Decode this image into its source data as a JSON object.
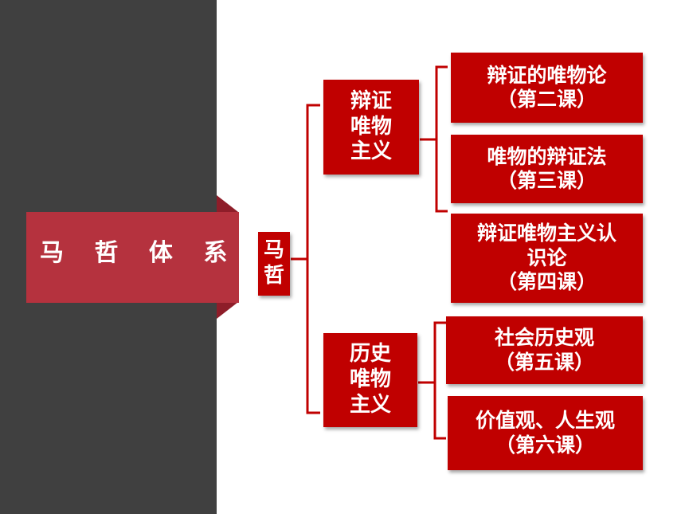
{
  "banner": {
    "label": "马 哲 体 系"
  },
  "root": {
    "lines": [
      "马",
      "哲"
    ]
  },
  "branches": [
    {
      "lines": [
        "辩证",
        "唯物",
        "主义"
      ]
    },
    {
      "lines": [
        "历史",
        "唯物",
        "主义"
      ]
    }
  ],
  "leaves": [
    {
      "lines": [
        "辩证的唯物论",
        "（第二课）"
      ]
    },
    {
      "lines": [
        "唯物的辩证法",
        "（第三课）"
      ]
    },
    {
      "lines": [
        "辩证唯物主义认",
        "识论",
        "（第四课）"
      ]
    },
    {
      "lines": [
        "社会历史观",
        "（第五课）"
      ]
    },
    {
      "lines": [
        "价值观、人生观",
        "（第六课）"
      ]
    }
  ],
  "colors": {
    "box": "#c00000",
    "banner": "#b5323e",
    "panel": "#404040",
    "connector": "#c00000"
  }
}
